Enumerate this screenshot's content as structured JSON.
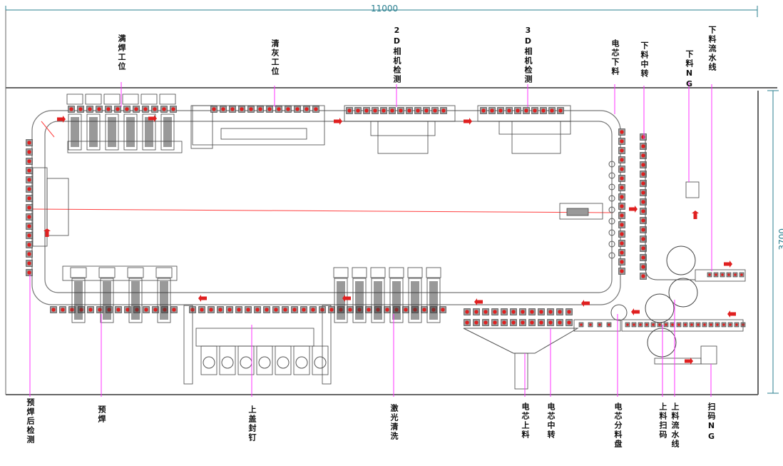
{
  "dimensions": {
    "width_mm": "11000",
    "height_mm": "3700"
  },
  "top_labels": [
    {
      "id": "full-weld-station",
      "text": "满焊工位"
    },
    {
      "id": "dust-clean-station",
      "text": "清灰工位"
    },
    {
      "id": "2d-camera-inspection",
      "text": "2D相机检测"
    },
    {
      "id": "3d-camera-inspection",
      "text": "3D相机检测"
    },
    {
      "id": "cell-unloading",
      "text": "电芯下料"
    },
    {
      "id": "unloading-transfer",
      "text": "下料中转"
    },
    {
      "id": "unloading-ng",
      "text": "下料NG"
    },
    {
      "id": "unloading-conveyor",
      "text": "下料流水线"
    }
  ],
  "bottom_labels": [
    {
      "id": "post-preweld-inspection",
      "text": "预焊后检测"
    },
    {
      "id": "pre-weld",
      "text": "预焊"
    },
    {
      "id": "cover-sealing-nail",
      "text": "上盖封钉"
    },
    {
      "id": "laser-cleaning",
      "text": "激光清洗"
    },
    {
      "id": "cell-loading",
      "text": "电芯上料"
    },
    {
      "id": "cell-transfer",
      "text": "电芯中转"
    },
    {
      "id": "cell-sorting-tray",
      "text": "电芯分料盘"
    },
    {
      "id": "loading-scan",
      "text": "上料扫码"
    },
    {
      "id": "loading-conveyor",
      "text": "上料流水线"
    },
    {
      "id": "scan-ng",
      "text": "扫码NG"
    }
  ],
  "colors": {
    "line": "#555555",
    "carrier": "#e02020",
    "leader": "#ff33ff",
    "dimension": "#2a7f8f",
    "axis": "#ff4040"
  }
}
